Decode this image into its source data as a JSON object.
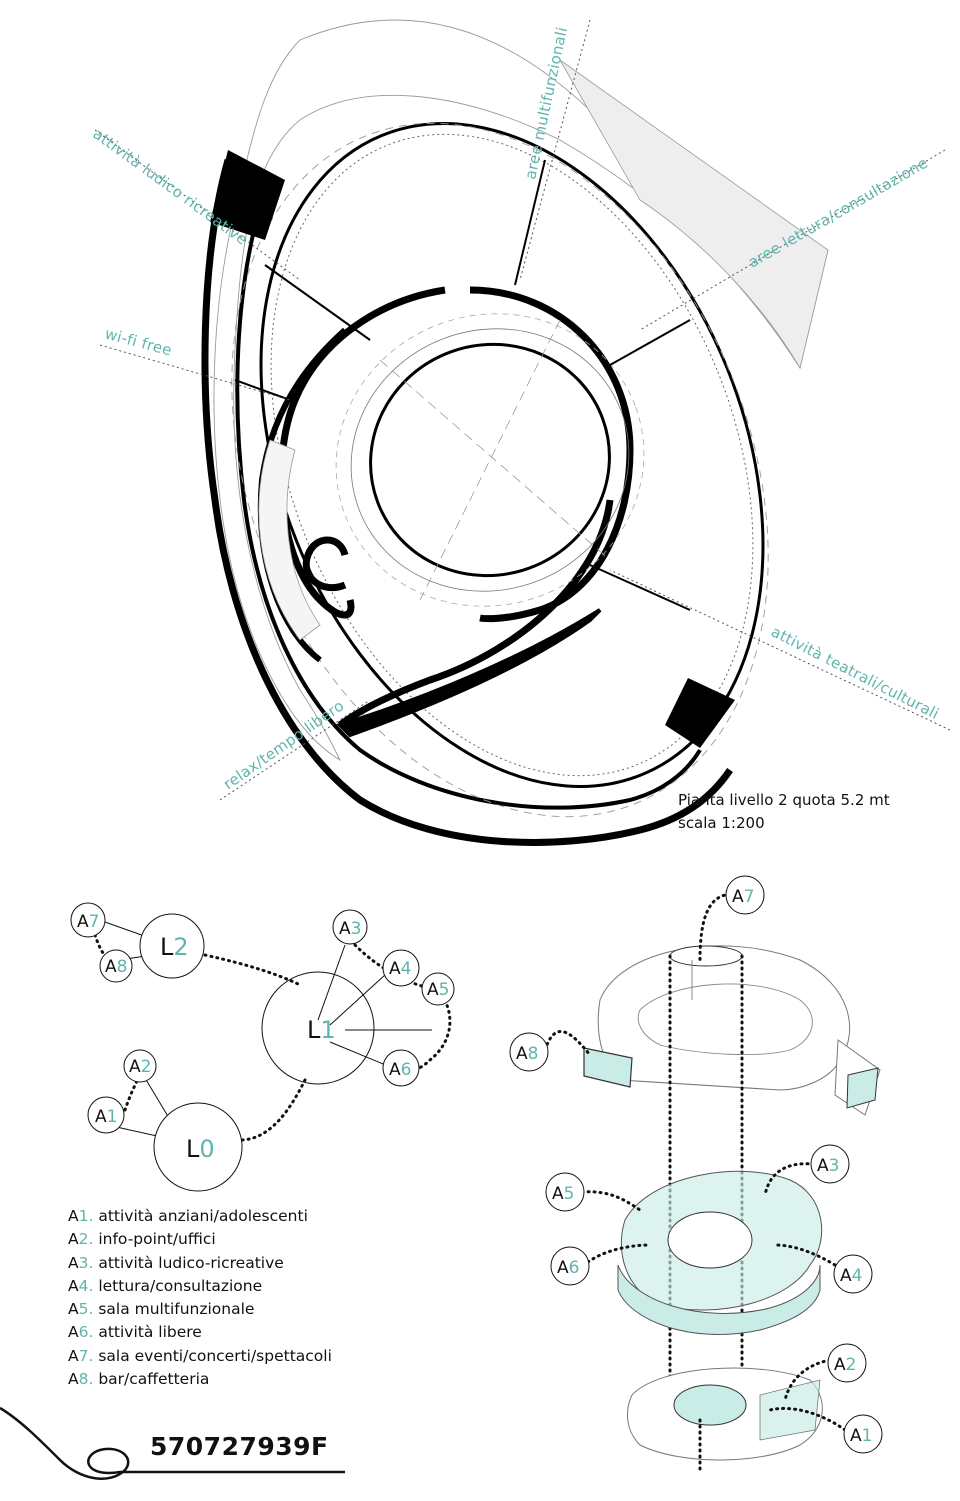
{
  "plan": {
    "caption_line1": "Pianta livello 2  quota 5.2 mt",
    "caption_line2": "scala 1:200",
    "zones": [
      "attività ludico ricreative",
      "aree multifunzionali",
      "aree lettura/consultazione",
      "wi-fi free",
      "attività teatrali/culturali",
      "relax/tempo libero"
    ]
  },
  "schema": {
    "levels": [
      {
        "letter": "L",
        "num": "0"
      },
      {
        "letter": "L",
        "num": "1"
      },
      {
        "letter": "L",
        "num": "2"
      }
    ],
    "activities": [
      {
        "letter": "A",
        "num": "1"
      },
      {
        "letter": "A",
        "num": "2"
      },
      {
        "letter": "A",
        "num": "3"
      },
      {
        "letter": "A",
        "num": "4"
      },
      {
        "letter": "A",
        "num": "5"
      },
      {
        "letter": "A",
        "num": "6"
      },
      {
        "letter": "A",
        "num": "7"
      },
      {
        "letter": "A",
        "num": "8"
      }
    ]
  },
  "legend": [
    {
      "code": "A",
      "num": "1.",
      "text": " attività anziani/adolescenti"
    },
    {
      "code": "A",
      "num": "2.",
      "text": " info-point/uffici"
    },
    {
      "code": "A",
      "num": "3.",
      "text": " attività ludico-ricreative"
    },
    {
      "code": "A",
      "num": "4.",
      "text": " lettura/consultazione"
    },
    {
      "code": "A",
      "num": "5.",
      "text": " sala multifunzionale"
    },
    {
      "code": "A",
      "num": "6.",
      "text": " attività libere"
    },
    {
      "code": "A",
      "num": "7.",
      "text": " sala eventi/concerti/spettacoli"
    },
    {
      "code": "A",
      "num": "8.",
      "text": " bar/caffetteria"
    }
  ],
  "student_code": "570727939F",
  "colors": {
    "accent": "#5fb5ad",
    "ink": "#111111",
    "glass": "#c9ece7"
  }
}
